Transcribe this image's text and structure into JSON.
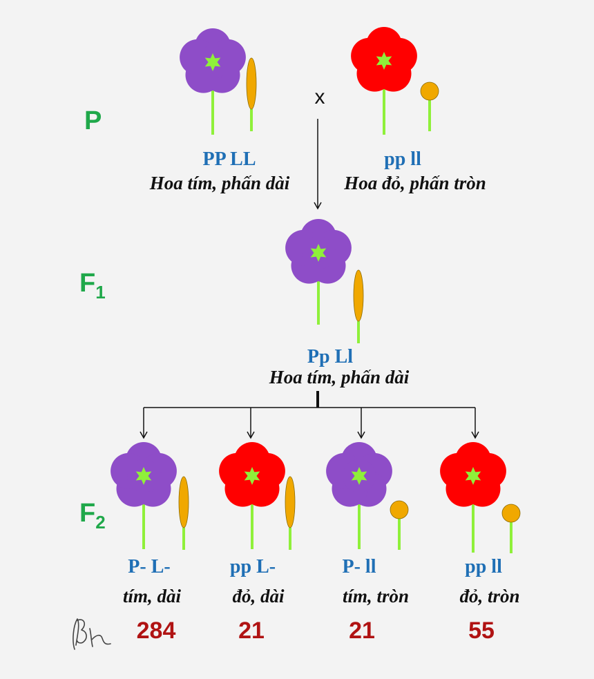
{
  "labels": {
    "p": "P",
    "f1_main": "F",
    "f1_sub": "1",
    "f2_main": "F",
    "f2_sub": "2",
    "cross_symbol": "x"
  },
  "colors": {
    "purple": "#8e4dc8",
    "red": "#ff0000",
    "star": "#8ff03a",
    "stem": "#8ff03a",
    "pollen": "#f0a800",
    "genotype": "#1f6fb5",
    "count": "#b01313",
    "generation": "#1fa84a"
  },
  "parents": [
    {
      "genotype": "PP LL",
      "phenotype": "Hoa tím, phấn dài",
      "flower_color": "purple",
      "pollen": "long"
    },
    {
      "genotype": "pp ll",
      "phenotype": "Hoa đỏ, phấn tròn",
      "flower_color": "red",
      "pollen": "round"
    }
  ],
  "f1": {
    "genotype": "Pp Ll",
    "phenotype": "Hoa tím, phấn dài",
    "flower_color": "purple",
    "pollen": "long"
  },
  "f2": [
    {
      "genotype": "P- L-",
      "phenotype": "tím, dài",
      "count": "284",
      "flower_color": "purple",
      "pollen": "long"
    },
    {
      "genotype": "pp L-",
      "phenotype": "đỏ, dài",
      "count": "21",
      "flower_color": "red",
      "pollen": "long"
    },
    {
      "genotype": "P- ll",
      "phenotype": "tím, tròn",
      "count": "21",
      "flower_color": "purple",
      "pollen": "round"
    },
    {
      "genotype": "pp ll",
      "phenotype": "đỏ, tròn",
      "count": "55",
      "flower_color": "red",
      "pollen": "round"
    }
  ]
}
